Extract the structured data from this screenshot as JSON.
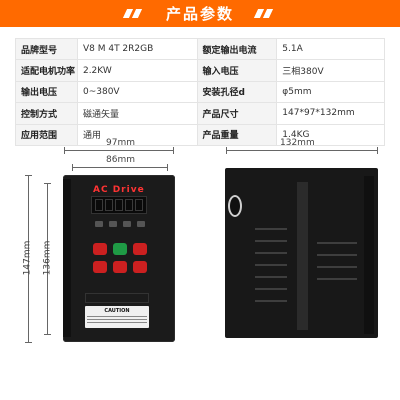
{
  "header": {
    "title": "产品参数"
  },
  "specs": [
    [
      {
        "k": "品牌型号",
        "v": "V8 M 4T 2R2GB"
      },
      {
        "k": "额定输出电流",
        "v": "5.1A"
      }
    ],
    [
      {
        "k": "适配电机功率",
        "v": "2.2KW"
      },
      {
        "k": "输入电压",
        "v": "三相380V"
      }
    ],
    [
      {
        "k": "输出电压",
        "v": "0~380V"
      },
      {
        "k": "安装孔径d",
        "v": "φ5mm"
      }
    ],
    [
      {
        "k": "控制方式",
        "v": "磁通矢量"
      },
      {
        "k": "产品尺寸",
        "v": "147*97*132mm"
      }
    ],
    [
      {
        "k": "应用范围",
        "v": "通用"
      },
      {
        "k": "产品重量",
        "v": "1.4KG"
      }
    ]
  ],
  "dimensions": {
    "width_outer": "97mm",
    "width_inner": "86mm",
    "height_outer": "147mm",
    "height_inner": "136mm",
    "depth": "132mm"
  },
  "device": {
    "brand": "AC Drive",
    "caution_label": "CAUTION"
  },
  "colors": {
    "accent": "#ff6a00"
  }
}
